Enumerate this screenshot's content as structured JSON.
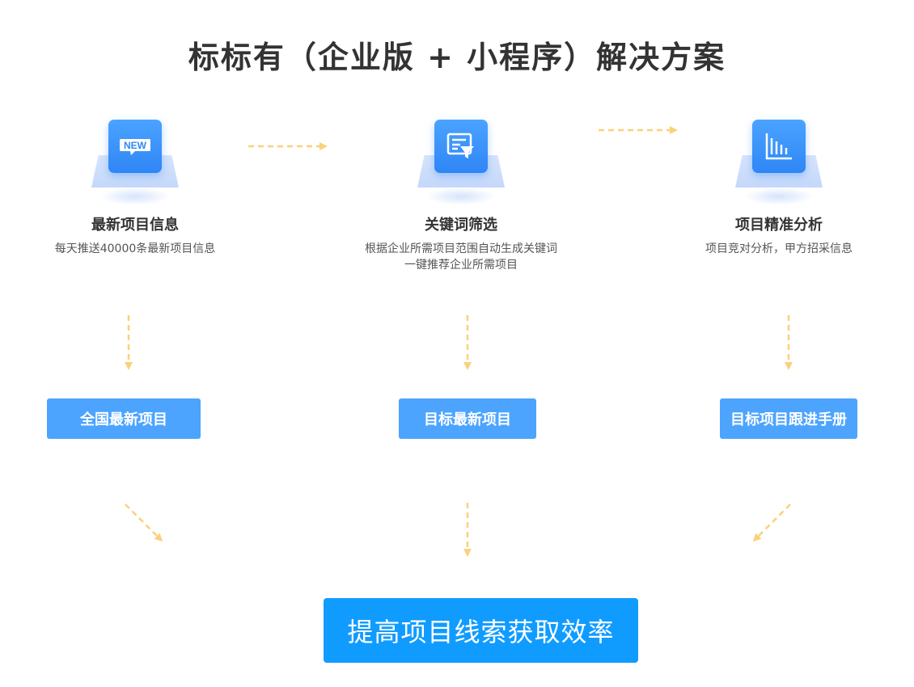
{
  "title": "标标有（企业版 + 小程序）解决方案",
  "features": [
    {
      "icon": "new-badge-icon",
      "icon_text": "NEW",
      "name": "最新项目信息",
      "desc": [
        "每天推送40000条最新项目信息"
      ]
    },
    {
      "icon": "document-filter-icon",
      "name": "关键词筛选",
      "desc": [
        "根据企业所需项目范围自动生成关键词",
        "一键推荐企业所需项目"
      ]
    },
    {
      "icon": "bar-chart-icon",
      "name": "项目精准分析",
      "desc": [
        "项目竞对分析，甲方招采信息"
      ]
    }
  ],
  "mid_boxes": [
    "全国最新项目",
    "目标最新项目",
    "目标项目跟进手册"
  ],
  "result": "提高项目线索获取效率",
  "colors": {
    "tile_blue": "#2f86f6",
    "mid_box": "#4ca4ff",
    "result_box": "#109cff",
    "arrow": "#fcd07a"
  }
}
